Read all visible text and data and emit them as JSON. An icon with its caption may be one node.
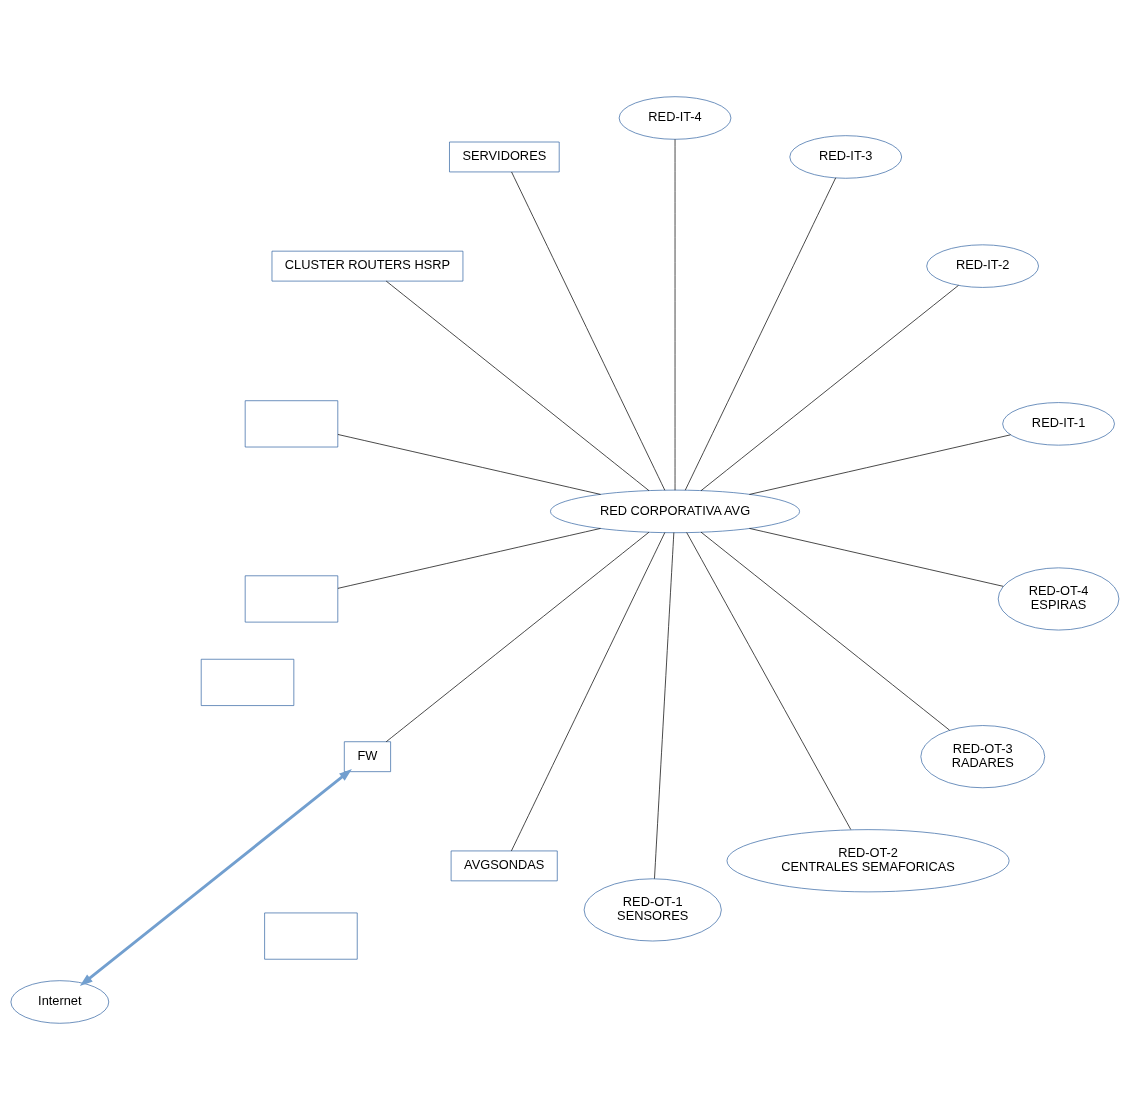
{
  "diagram": {
    "nodes": [
      {
        "text": [
          "RED-IT-1"
        ]
      },
      {
        "text": [
          "RED-IT-2"
        ]
      },
      {
        "text": [
          "RED-IT-3"
        ]
      },
      {
        "text": [
          "RED-IT-4"
        ]
      },
      {
        "text": [],
        "shape": "box"
      },
      {
        "text": [
          "SERVIDORES"
        ]
      },
      {
        "text": [],
        "shape": "box"
      },
      {
        "text": [
          "CLUSTER ROUTERS HSRP"
        ]
      },
      {
        "text": [],
        "shape": "box"
      },
      {
        "text": [
          "RED CORPORATIVA AVG"
        ]
      },
      {
        "text": [],
        "shape": "box"
      },
      {
        "text": [
          "Internet"
        ]
      },
      {
        "text": [
          "FW"
        ]
      },
      {
        "text": [
          "AVGSONDAS"
        ]
      },
      {
        "text": [
          "RED-OT-1",
          "SENSORES"
        ]
      },
      {
        "text": [
          "RED-OT-2",
          "CENTRALES SEMAFORICAS"
        ]
      },
      {
        "text": [
          "RED-OT-3",
          "RADARES"
        ]
      },
      {
        "text": [
          "RED-OT-4",
          "ESPIRAS"
        ]
      }
    ],
    "edges": [
      {
        "from": 0,
        "to": 9,
        "arrow": "none"
      },
      {
        "from": 1,
        "to": 9,
        "arrow": "none"
      },
      {
        "from": 2,
        "to": 9,
        "arrow": "none"
      },
      {
        "from": 3,
        "to": 9,
        "arrow": "none"
      },
      {
        "from": 5,
        "to": 9,
        "arrow": "none"
      },
      {
        "from": 7,
        "to": 9,
        "arrow": "none"
      },
      {
        "from": 8,
        "to": 9,
        "arrow": "none"
      },
      {
        "from": 10,
        "to": 9,
        "arrow": "none"
      },
      {
        "from": 11,
        "to": 12,
        "arrow": "both",
        "style": "thick",
        "color": "#729fcf"
      },
      {
        "from": 12,
        "to": 9,
        "arrow": "none"
      },
      {
        "from": 13,
        "to": 9,
        "arrow": "none"
      },
      {
        "from": 14,
        "to": 9,
        "arrow": "none"
      },
      {
        "from": 15,
        "to": 9,
        "arrow": "none"
      },
      {
        "from": 16,
        "to": 9,
        "arrow": "none"
      },
      {
        "from": 17,
        "to": 9,
        "arrow": "none"
      }
    ]
  }
}
